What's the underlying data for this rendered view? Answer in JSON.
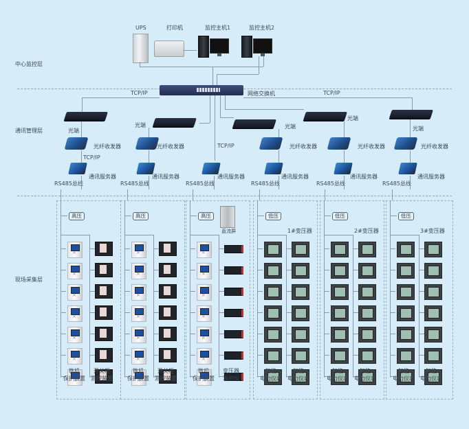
{
  "diagram_title": "电力监控系统网络结构图",
  "colors": {
    "background": "#d6ecf9",
    "line": "#8a9aa7",
    "dash": "#8ea5b5",
    "switch": "#2f3b63",
    "fiber_transceiver": "#2f6cb3"
  },
  "layers": {
    "center": "中心监控层",
    "comm": "通讯管理层",
    "field": "现场采集层"
  },
  "center_devices": [
    {
      "label": "UPS",
      "icon": "ups-icon"
    },
    {
      "label": "打印机",
      "icon": "printer-icon"
    },
    {
      "label": "监控主机1",
      "icon": "workstation-icon"
    },
    {
      "label": "监控主机2",
      "icon": "workstation-icon"
    }
  ],
  "network": {
    "switch_label": "网络交换机",
    "protocol_left": "TCP/IP",
    "protocol_right": "TCP/IP",
    "protocol_mid": "TCP/IP",
    "protocol_col1": "TCP/IP"
  },
  "comm_columns": [
    {
      "optical": "光端",
      "fiber": "光纤收发器",
      "server": "通讯服务器",
      "bus": "RS485总线"
    },
    {
      "optical": "光端",
      "fiber": "光纤收发器",
      "server": "通讯服务器",
      "bus": "RS485总线"
    },
    {
      "optical": "",
      "fiber": "",
      "server": "通讯服务器",
      "bus": "RS485总线"
    },
    {
      "optical": "光端",
      "fiber": "光纤收发器",
      "server": "通讯服务器",
      "bus": "RS485总线"
    },
    {
      "optical": "光端",
      "fiber": "光纤收发器",
      "server": "通讯服务器",
      "bus": "RS485总线"
    },
    {
      "optical": "光端",
      "fiber": "光纤收发器",
      "server": "通讯服务器",
      "bus": "RS485总线"
    }
  ],
  "field_groups": [
    {
      "voltage": "高压",
      "extra": "",
      "rows": 7,
      "left_caption": [
        "微机",
        "保护装置"
      ],
      "right_caption": [
        "开关柜",
        "测控装置"
      ],
      "left_device": "protection-relay",
      "right_device": "switchgear-controller"
    },
    {
      "voltage": "高压",
      "extra": "",
      "rows": 7,
      "left_caption": [
        "微机",
        "保护装置"
      ],
      "right_caption": [
        "开关柜",
        "测控装置"
      ],
      "left_device": "protection-relay",
      "right_device": "switchgear-controller"
    },
    {
      "voltage": "高压",
      "extra": "直流屏",
      "rows": 7,
      "left_caption": [
        "微机",
        "保护装置"
      ],
      "right_caption": [
        "变压器",
        "温控仪"
      ],
      "left_device": "protection-relay",
      "right_device": "temperature-controller"
    },
    {
      "voltage": "低压",
      "extra": "1#变压器",
      "rows": 7,
      "left_caption": [
        "智能",
        "电力仪表"
      ],
      "right_caption": [
        "智能",
        "电力仪表"
      ],
      "left_device": "power-meter",
      "right_device": "power-meter"
    },
    {
      "voltage": "低压",
      "extra": "2#变压器",
      "rows": 7,
      "left_caption": [
        "智能",
        "电力仪表"
      ],
      "right_caption": [
        "智能",
        "电力仪表"
      ],
      "left_device": "power-meter",
      "right_device": "power-meter"
    },
    {
      "voltage": "低压",
      "extra": "3#变压器",
      "rows": 7,
      "left_caption": [
        "智能",
        "电力仪表"
      ],
      "right_caption": [
        "智能",
        "电力仪表"
      ],
      "left_device": "power-meter",
      "right_device": "power-meter"
    }
  ]
}
